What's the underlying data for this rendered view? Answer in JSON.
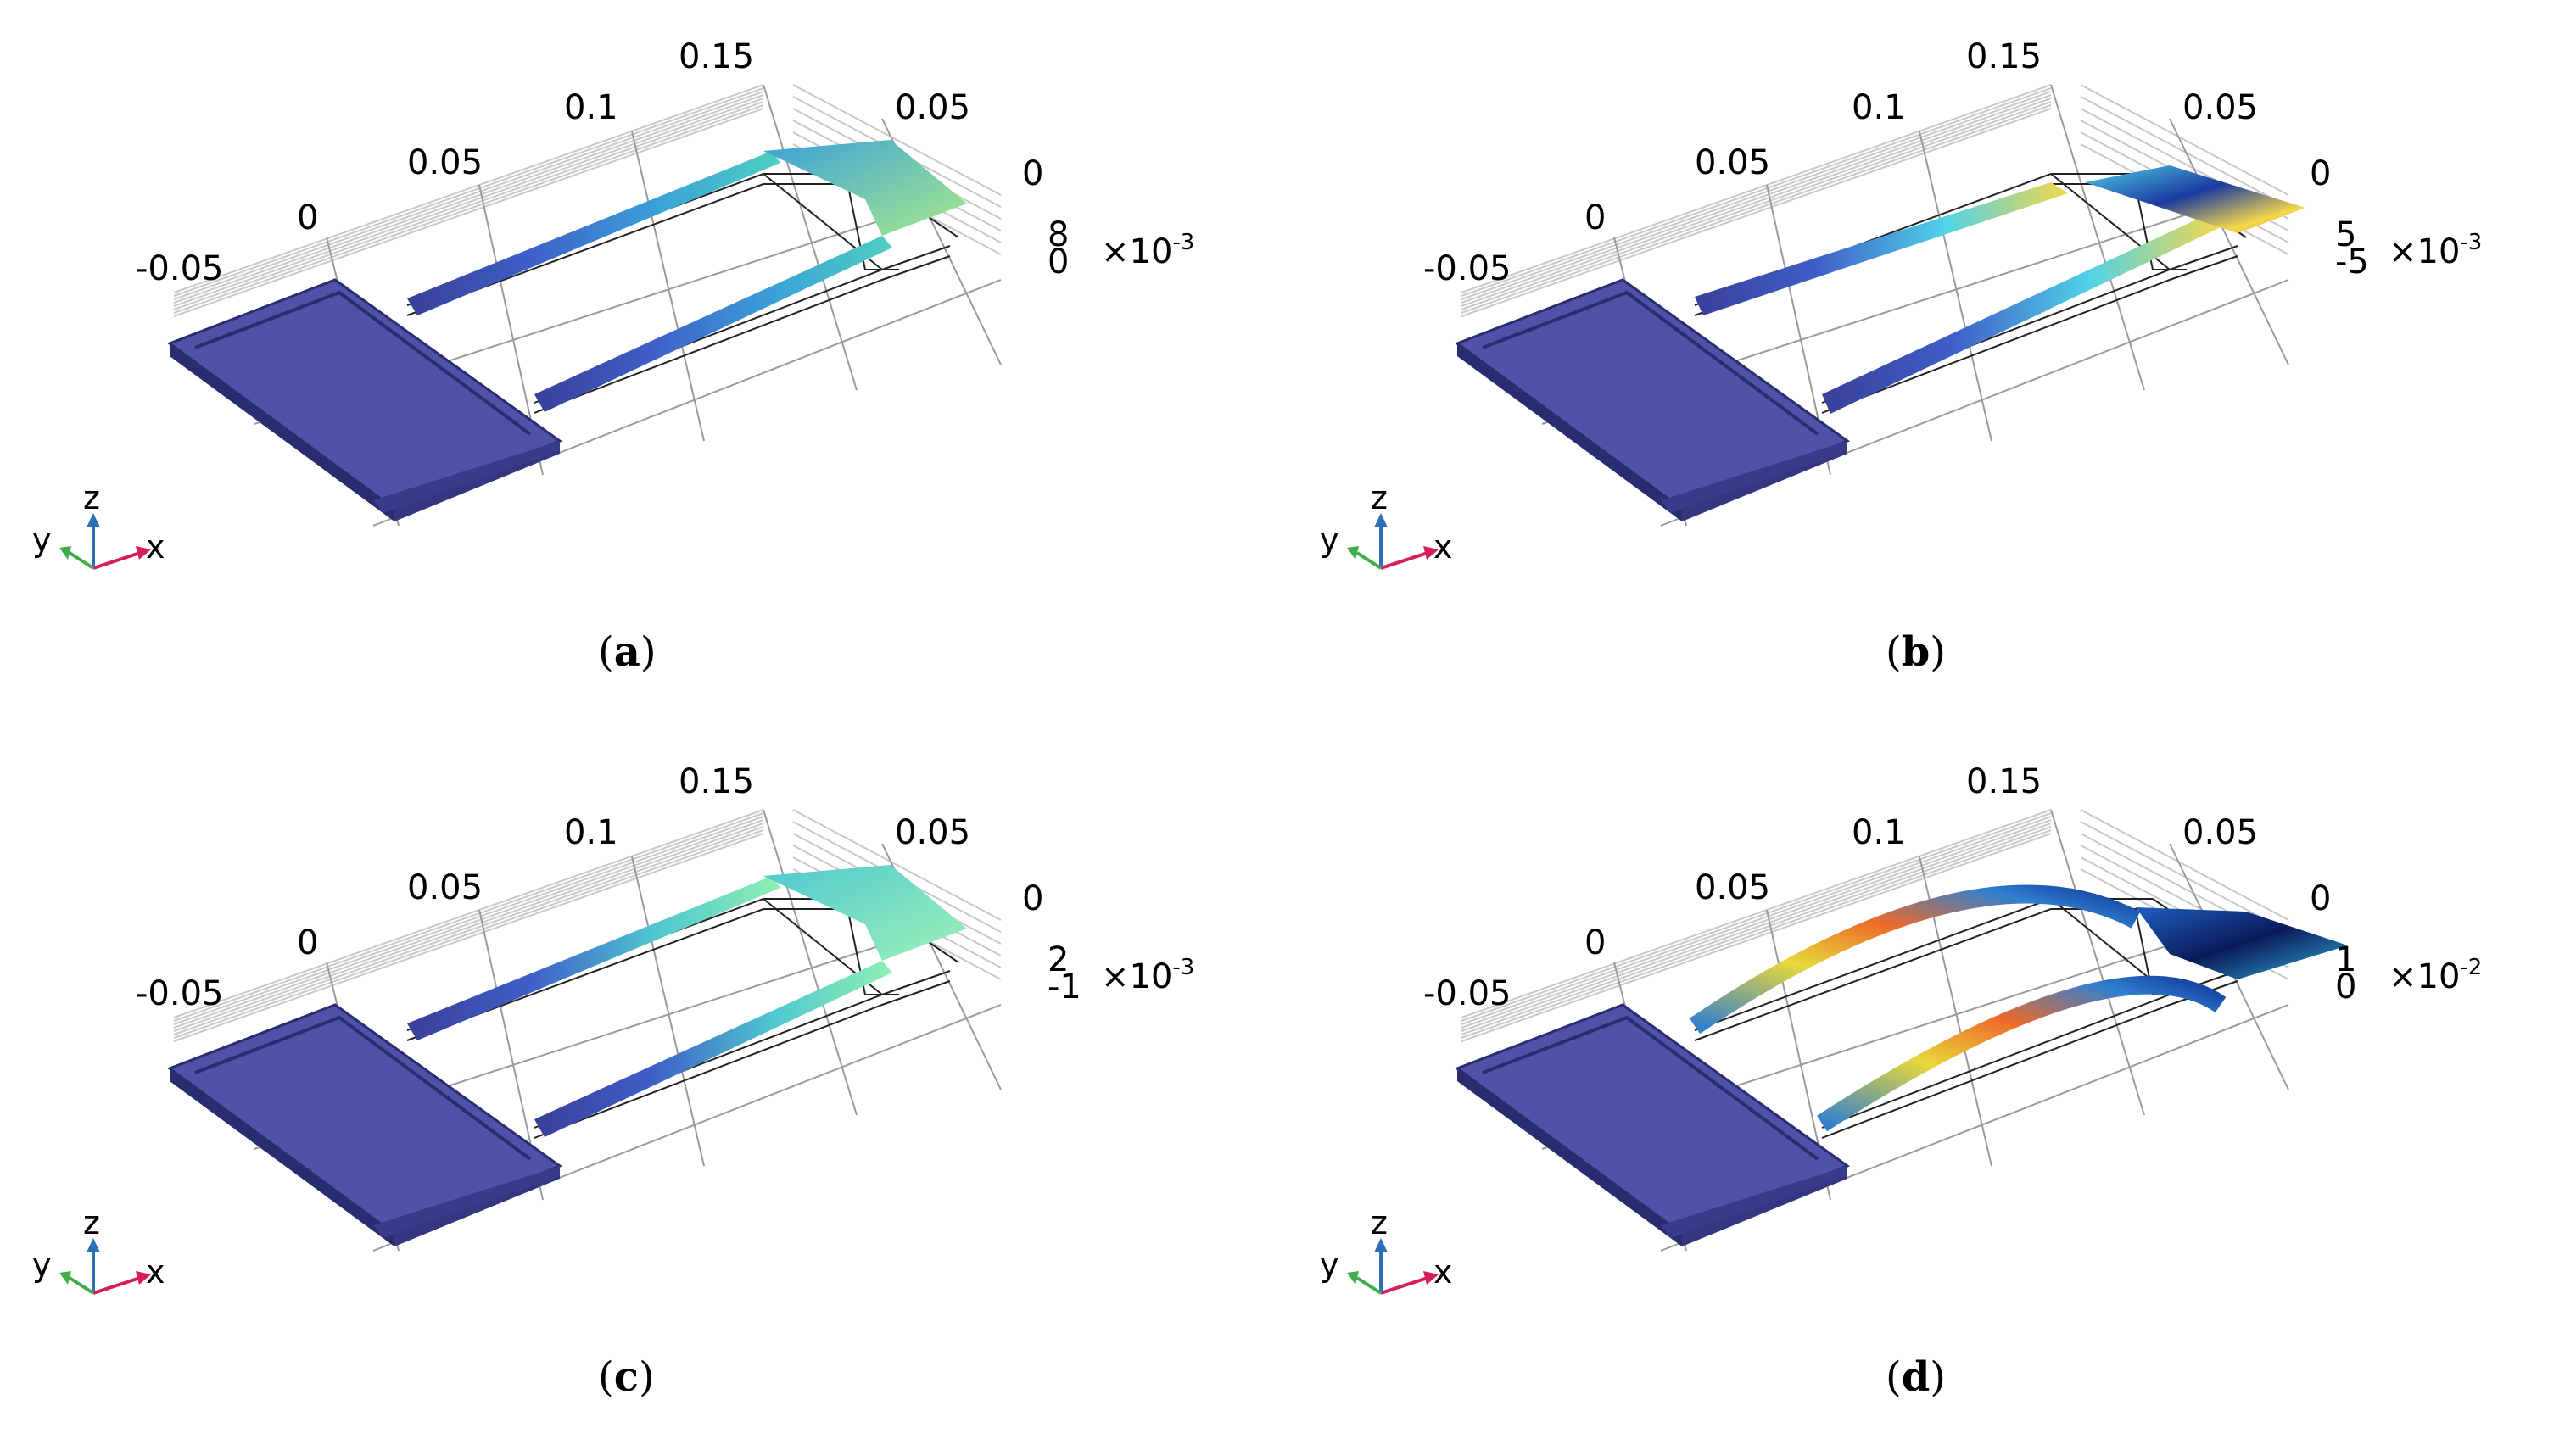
{
  "panels": [
    {
      "id": "a",
      "caption_letter": "a",
      "scale_x_ticks": [
        "-0.05",
        "0",
        "0.05",
        "0.1",
        "0.15"
      ],
      "scale_y_ticks": [
        "0.05",
        "0"
      ],
      "scale_z_ticks": [
        "8",
        "0"
      ],
      "exponent_base": "×10",
      "exponent_power": "-3",
      "palette": [
        "#3a3f99",
        "#3e5fc8",
        "#3aa1d8",
        "#4fd0c0",
        "#a8ea8c"
      ],
      "style": "tip-green"
    },
    {
      "id": "b",
      "caption_letter": "b",
      "scale_x_ticks": [
        "-0.05",
        "0",
        "0.05",
        "0.1",
        "0.15"
      ],
      "scale_y_ticks": [
        "0.05",
        "0"
      ],
      "scale_z_ticks": [
        "5",
        "-5"
      ],
      "exponent_base": "×10",
      "exponent_power": "-3",
      "palette": [
        "#3a3f99",
        "#3e5fc8",
        "#50d2e8",
        "#f4d84a",
        "#ee8a2a"
      ],
      "style": "twist"
    },
    {
      "id": "c",
      "caption_letter": "c",
      "scale_x_ticks": [
        "-0.05",
        "0",
        "0.05",
        "0.1",
        "0.15"
      ],
      "scale_y_ticks": [
        "0.05",
        "0"
      ],
      "scale_z_ticks": [
        "2",
        "-1"
      ],
      "exponent_base": "×10",
      "exponent_power": "-3",
      "palette": [
        "#3a3f99",
        "#3e5fc8",
        "#4fc8d0",
        "#8ff0b0",
        "#9ef2b6"
      ],
      "style": "tip-mint"
    },
    {
      "id": "d",
      "caption_letter": "d",
      "scale_x_ticks": [
        "-0.05",
        "0",
        "0.05",
        "0.1",
        "0.15"
      ],
      "scale_y_ticks": [
        "0.05",
        "0"
      ],
      "scale_z_ticks": [
        "1",
        "0"
      ],
      "exponent_base": "×10",
      "exponent_power": "-2",
      "palette": [
        "#3a3f99",
        "#2f7fd0",
        "#e8d83a",
        "#ee6a2a",
        "#0a1a5a"
      ],
      "style": "bend"
    }
  ],
  "triad": {
    "x_label": "x",
    "y_label": "y",
    "z_label": "z",
    "x_color": "#d61f5a",
    "y_color": "#3fae4a",
    "z_color": "#2b6fb8"
  },
  "base_color": "#5052a8"
}
